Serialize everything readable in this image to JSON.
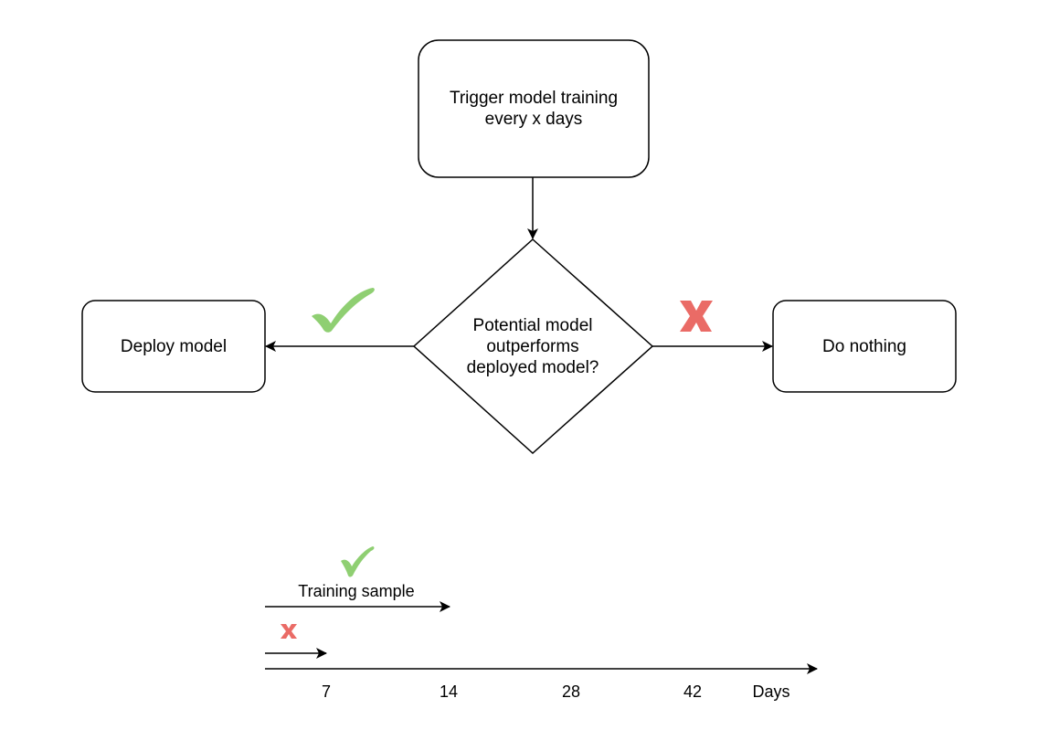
{
  "colors": {
    "stroke": "#000000",
    "check": "#8fcf72",
    "cross": "#ea6b66",
    "background": "#ffffff"
  },
  "flowchart": {
    "trigger": "Trigger model training\nevery x days",
    "decision": "Potential model\noutperforms\ndeployed model?",
    "deploy": "Deploy model",
    "nothing": "Do nothing",
    "yes_icon": "check-icon",
    "no_icon": "cross-icon"
  },
  "timeline": {
    "sample_label": "Training sample",
    "ticks": [
      "7",
      "14",
      "28",
      "42"
    ],
    "unit": "Days",
    "long_sample_icon": "check-icon",
    "short_sample_icon": "cross-icon"
  }
}
